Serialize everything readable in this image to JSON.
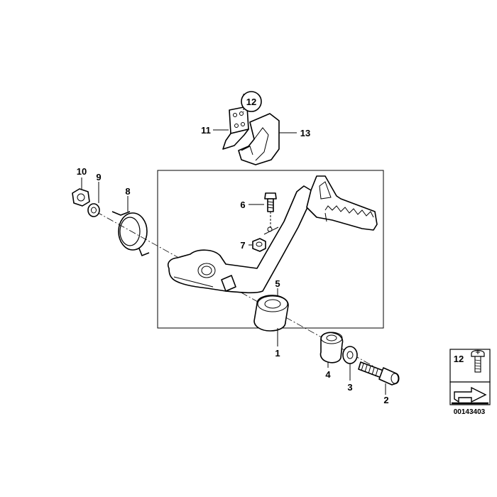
{
  "diagram": {
    "callouts": {
      "p1": "1",
      "p2": "2",
      "p3": "3",
      "p4": "4",
      "p5": "5",
      "p6": "6",
      "p7": "7",
      "p8": "8",
      "p9": "9",
      "p10": "10",
      "p11": "11",
      "p12": "12",
      "p13": "13"
    },
    "legend": {
      "part_label": "12"
    },
    "drawing_number": "00143403"
  }
}
